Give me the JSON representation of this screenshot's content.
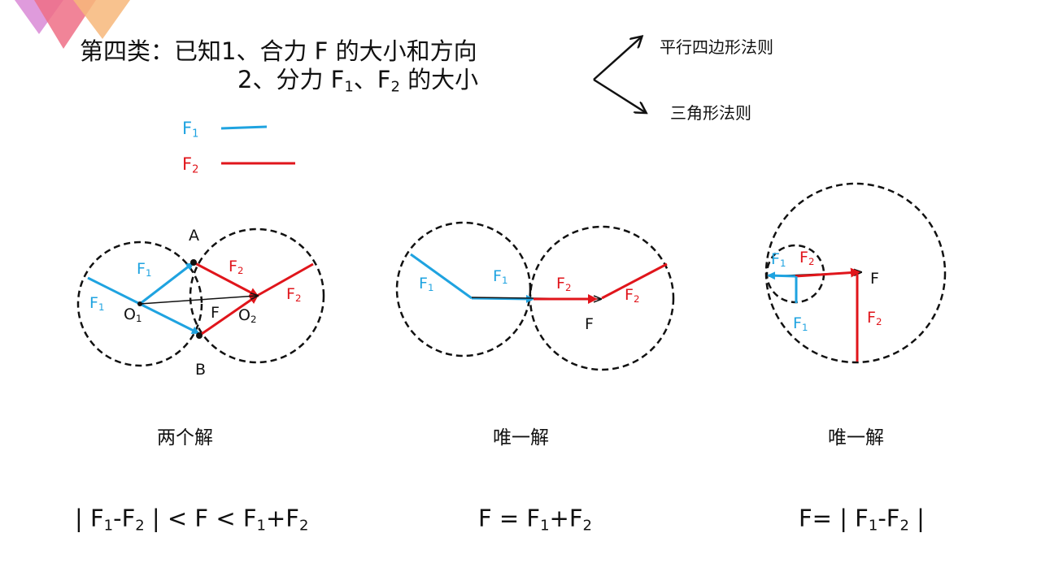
{
  "heading": {
    "prefix": "第四类：已知1、合力 F 的大小和方向",
    "line2_a": "2、分力 F",
    "line2_b": "、F",
    "line2_c": " 的大小",
    "sub1": "1",
    "sub2": "2"
  },
  "methods": {
    "parallelogram": "平行四边形法则",
    "triangle": "三角形法则"
  },
  "legend": {
    "f": "F",
    "sub1": "1",
    "sub2": "2"
  },
  "diagram1": {
    "point_a": "A",
    "point_b": "B",
    "o": "O",
    "sub1": "1",
    "sub2": "2",
    "f": "F",
    "resultant": "F"
  },
  "diagram2": {
    "f": "F",
    "sub1": "1",
    "sub2": "2",
    "resultant": "F"
  },
  "diagram3": {
    "f": "F",
    "sub1": "1",
    "sub2": "2",
    "resultant": "F"
  },
  "captions": {
    "c1": "两个解",
    "c2": "唯一解",
    "c3": "唯一解"
  },
  "formulas": {
    "f1_a": "| F",
    "f1_b": "-F",
    "f1_c": " |  < F < F",
    "f1_d": "+F",
    "f2_a": "F = F",
    "f2_b": "+F",
    "f3_a": "F= | F",
    "f3_b": "-F",
    "f3_c": " |",
    "sub1": "1",
    "sub2": "2"
  },
  "colors": {
    "f1": "#1fa3e0",
    "f2": "#e0151b",
    "resultant": "#111111"
  }
}
